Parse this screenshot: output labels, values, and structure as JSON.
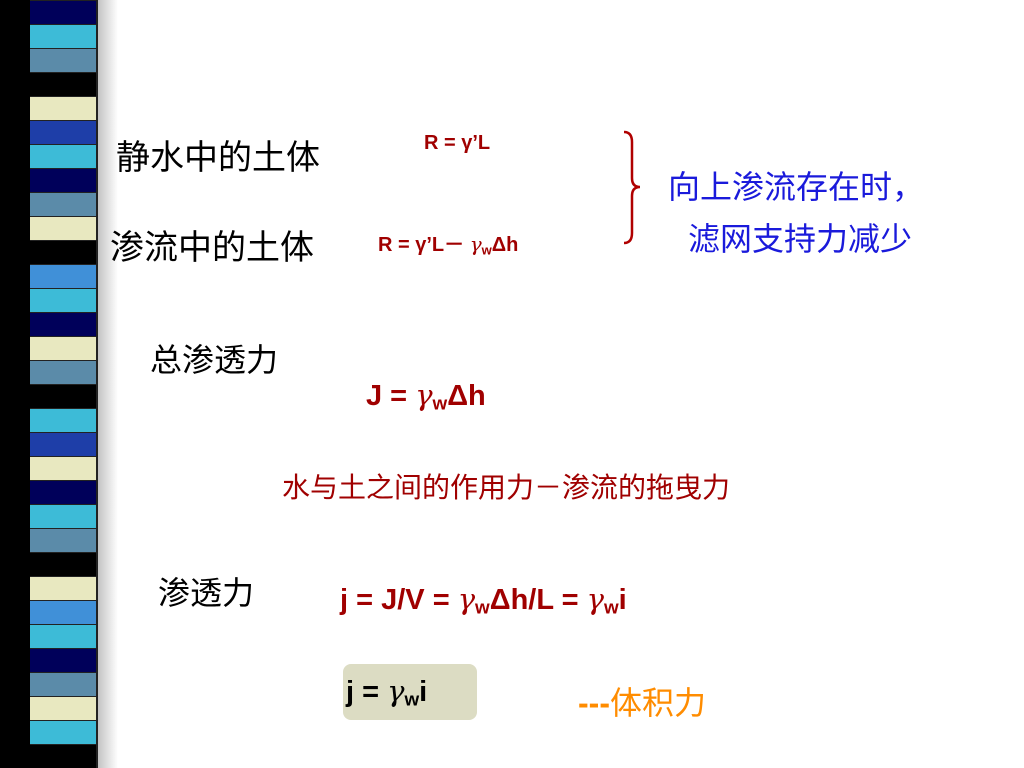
{
  "stripe_colors": [
    "#00005a",
    "#3dbbd7",
    "#5b8ba9",
    "#000000",
    "#e8e8c0",
    "#1e3ea8",
    "#3dbbd7",
    "#00005a",
    "#5b8ba9",
    "#e8e8c0",
    "#000000",
    "#4090d8",
    "#3dbbd7",
    "#00005a",
    "#e8e8c0",
    "#5b8ba9",
    "#000000",
    "#3dbbd7",
    "#1e3ea8",
    "#e8e8c0",
    "#00005a",
    "#3dbbd7",
    "#5b8ba9",
    "#000000",
    "#e8e8c0",
    "#4090d8",
    "#3dbbd7",
    "#00005a",
    "#5b8ba9",
    "#e8e8c0",
    "#3dbbd7",
    "#000000"
  ],
  "still_soil": {
    "label": "静水中的土体",
    "formula": "R = γ’L"
  },
  "seepage_soil": {
    "label": "渗流中的土体",
    "formula_prefix": "R = γ’L－",
    "gamma": "γ",
    "sub": "w",
    "suffix": "Δh"
  },
  "note": {
    "line1": "向上渗流存在时，",
    "line2": "滤网支持力减少"
  },
  "total_force": {
    "label": "总渗透力",
    "prefix": "J =",
    "gamma": "γ",
    "sub": "w",
    "suffix": "Δh"
  },
  "interaction": "水与土之间的作用力－渗流的拖曳力",
  "seepage_force": {
    "label": "渗透力",
    "part1": "j = J/V =",
    "gamma1": "γ",
    "sub1": "w",
    "mid": "Δh/L =",
    "gamma2": "γ",
    "sub2": "w",
    "end": "i"
  },
  "final": {
    "prefix": "j =",
    "gamma": "γ",
    "sub": "w",
    "end": "i"
  },
  "body_force": {
    "dashes": "---",
    "text": "体积力"
  }
}
